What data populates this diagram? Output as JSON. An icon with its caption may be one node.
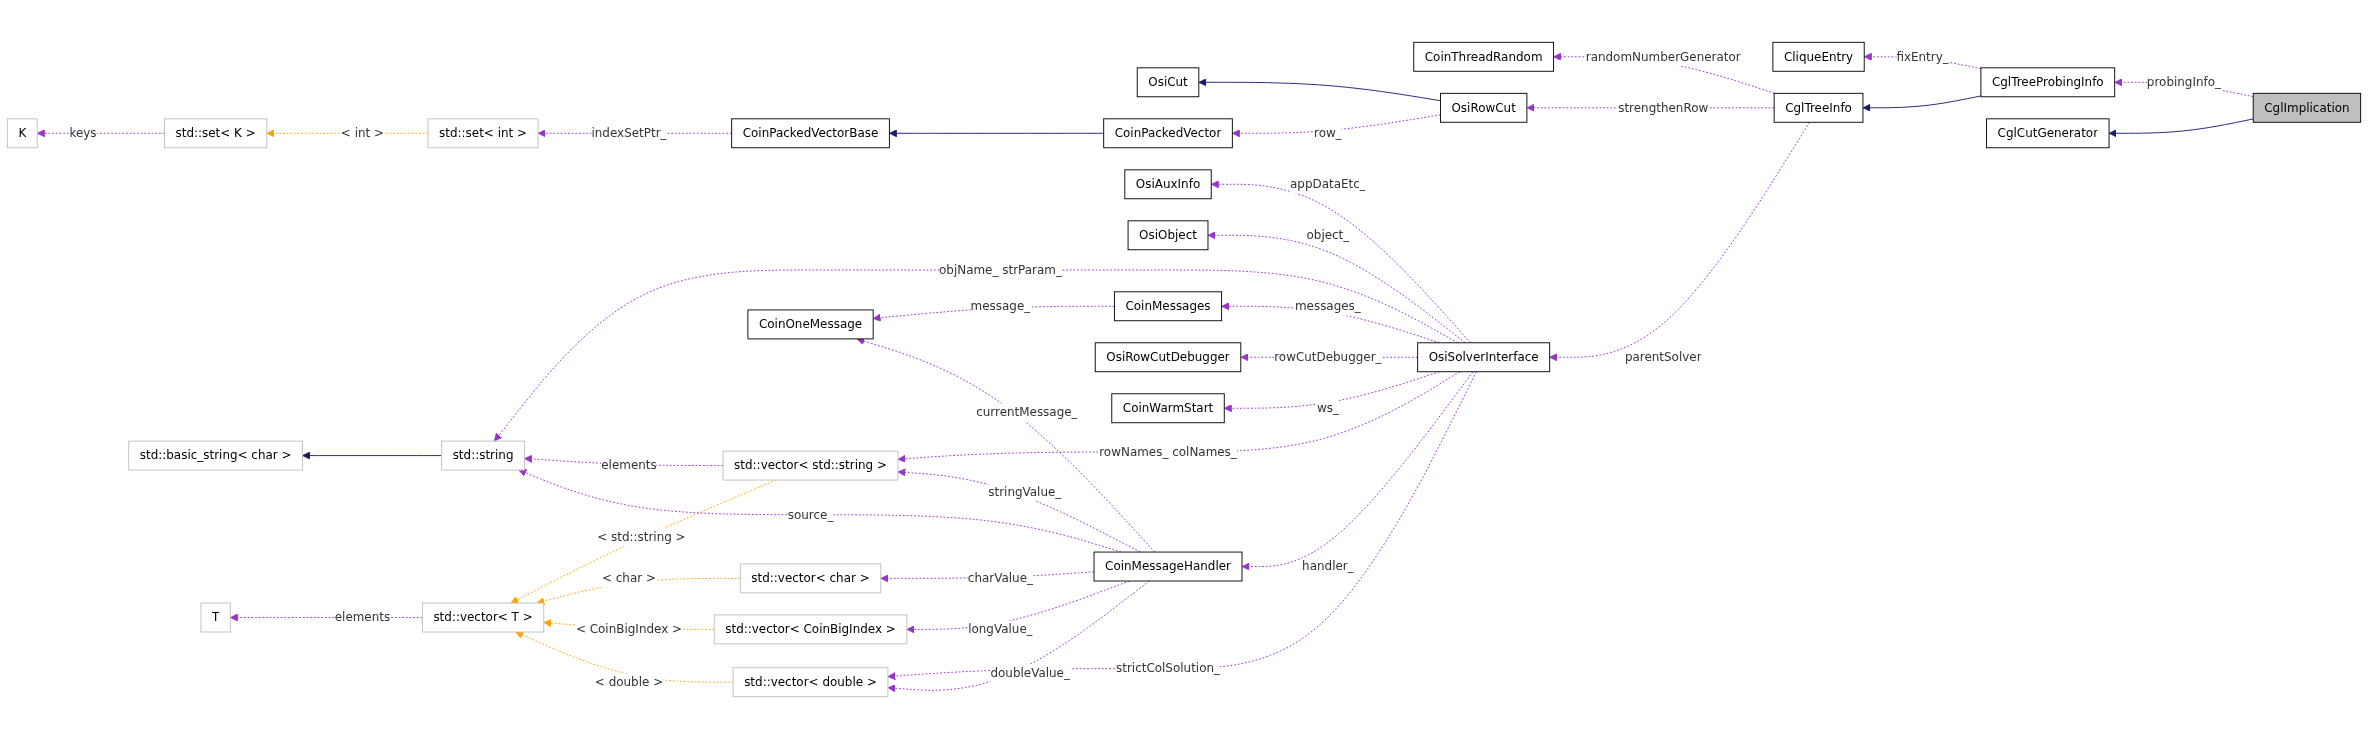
{
  "diagram": {
    "nodes": [
      {
        "text": [
          "CglImplication"
        ]
      },
      {
        "text": [
          "CglCutGenerator"
        ]
      },
      {
        "text": [
          "CglTreeProbingInfo"
        ]
      },
      {
        "text": [
          "CglTreeInfo"
        ]
      },
      {
        "text": [
          "CliqueEntry"
        ]
      },
      {
        "text": [
          "CoinThreadRandom"
        ]
      },
      {
        "text": [
          "OsiRowCut"
        ]
      },
      {
        "text": [
          "OsiCut"
        ]
      },
      {
        "text": [
          "CoinPackedVector"
        ]
      },
      {
        "text": [
          "CoinPackedVectorBase"
        ]
      },
      {
        "text": [
          "std::set< int >"
        ]
      },
      {
        "text": [
          "std::set< K >"
        ]
      },
      {
        "text": [
          "K"
        ]
      },
      {
        "text": [
          "OsiSolverInterface"
        ]
      },
      {
        "text": [
          "OsiAuxInfo"
        ]
      },
      {
        "text": [
          "OsiObject"
        ]
      },
      {
        "text": [
          "std::string"
        ]
      },
      {
        "text": [
          "std::basic_string< char >"
        ]
      },
      {
        "text": [
          "std::vector< std::string >"
        ]
      },
      {
        "text": [
          "CoinMessages"
        ]
      },
      {
        "text": [
          "CoinOneMessage"
        ]
      },
      {
        "text": [
          "CoinMessageHandler"
        ]
      },
      {
        "text": [
          "std::vector< char >"
        ]
      },
      {
        "text": [
          "std::vector< CoinBigIndex >"
        ]
      },
      {
        "text": [
          "std::vector< double >"
        ]
      },
      {
        "text": [
          "std::vector< T >"
        ]
      },
      {
        "text": [
          "T"
        ]
      },
      {
        "text": [
          "OsiRowCutDebugger"
        ]
      },
      {
        "text": [
          "CoinWarmStart"
        ]
      }
    ],
    "edges": [
      {
        "from": 0,
        "to": 1,
        "arrow": "to",
        "color": "#191970"
      },
      {
        "from": 0,
        "to": 2,
        "arrow": "to",
        "label": "probingInfo_",
        "style": "dashed"
      },
      {
        "from": 2,
        "to": 3,
        "arrow": "to",
        "color": "#191970"
      },
      {
        "from": 2,
        "to": 4,
        "arrow": "to",
        "label": "fixEntry_",
        "style": "dashed"
      },
      {
        "from": 3,
        "to": 5,
        "arrow": "to",
        "label": "randomNumberGenerator",
        "style": "dashed"
      },
      {
        "from": 3,
        "to": 6,
        "arrow": "to",
        "label": "strengthenRow",
        "style": "dashed"
      },
      {
        "from": 3,
        "to": 13,
        "arrow": "to",
        "label": "parentSolver",
        "style": "dashed"
      },
      {
        "from": 6,
        "to": 7,
        "arrow": "to",
        "color": "#191970"
      },
      {
        "from": 6,
        "to": 8,
        "arrow": "to",
        "label": "row_",
        "style": "dashed"
      },
      {
        "from": 8,
        "to": 9,
        "arrow": "to",
        "color": "#191970"
      },
      {
        "from": 9,
        "to": 10,
        "arrow": "to",
        "label": "indexSetPtr_",
        "style": "dashed"
      },
      {
        "from": 10,
        "to": 11,
        "arrow": "to",
        "label": "< int >",
        "style": "dashed",
        "color": "#ffa500"
      },
      {
        "from": 11,
        "to": 12,
        "arrow": "to",
        "label": "keys",
        "style": "dashed"
      },
      {
        "from": 13,
        "to": 14,
        "arrow": "to",
        "label": "appDataEtc_",
        "style": "dashed"
      },
      {
        "from": 13,
        "to": 15,
        "arrow": "to",
        "label": "object_",
        "style": "dashed"
      },
      {
        "from": 13,
        "to": 16,
        "arrow": "to",
        "label": "objName_ strParam_",
        "style": "dashed"
      },
      {
        "from": 13,
        "to": 18,
        "arrow": "to",
        "label": "rowNames_ colNames_",
        "style": "dashed"
      },
      {
        "from": 13,
        "to": 19,
        "arrow": "to",
        "label": "messages_",
        "style": "dashed"
      },
      {
        "from": 13,
        "to": 21,
        "arrow": "to",
        "label": "handler_",
        "style": "dashed"
      },
      {
        "from": 13,
        "to": 24,
        "arrow": "to",
        "label": "strictColSolution_",
        "style": "dashed"
      },
      {
        "from": 13,
        "to": 27,
        "arrow": "to",
        "label": "rowCutDebugger_",
        "style": "dashed"
      },
      {
        "from": 13,
        "to": 28,
        "arrow": "to",
        "label": "ws_",
        "style": "dashed"
      },
      {
        "from": 16,
        "to": 17,
        "arrow": "to",
        "color": "#191970"
      },
      {
        "from": 18,
        "to": 16,
        "arrow": "to",
        "label": "elements",
        "style": "dashed"
      },
      {
        "from": 18,
        "to": 25,
        "arrow": "to",
        "label": "< std::string >",
        "style": "dashed",
        "color": "#ffa500"
      },
      {
        "from": 19,
        "to": 20,
        "arrow": "to",
        "label": "message_",
        "style": "dashed"
      },
      {
        "from": 21,
        "to": 20,
        "arrow": "to",
        "label": "currentMessage_",
        "style": "dashed"
      },
      {
        "from": 21,
        "to": 16,
        "arrow": "to",
        "label": "source_",
        "style": "dashed"
      },
      {
        "from": 21,
        "to": 18,
        "arrow": "to",
        "label": "stringValue_",
        "style": "dashed"
      },
      {
        "from": 21,
        "to": 22,
        "arrow": "to",
        "label": "charValue_",
        "style": "dashed"
      },
      {
        "from": 21,
        "to": 23,
        "arrow": "to",
        "label": "longValue_",
        "style": "dashed"
      },
      {
        "from": 21,
        "to": 24,
        "arrow": "to",
        "label": "doubleValue_",
        "style": "dashed"
      },
      {
        "from": 22,
        "to": 25,
        "arrow": "to",
        "label": "< char >",
        "style": "dashed",
        "color": "#ffa500"
      },
      {
        "from": 23,
        "to": 25,
        "arrow": "to",
        "label": "< CoinBigIndex >",
        "style": "dashed",
        "color": "#ffa500"
      },
      {
        "from": 24,
        "to": 25,
        "arrow": "to",
        "label": "< double >",
        "style": "dashed",
        "color": "#ffa500"
      },
      {
        "from": 25,
        "to": 26,
        "arrow": "to",
        "label": "elements",
        "style": "dashed"
      }
    ]
  }
}
